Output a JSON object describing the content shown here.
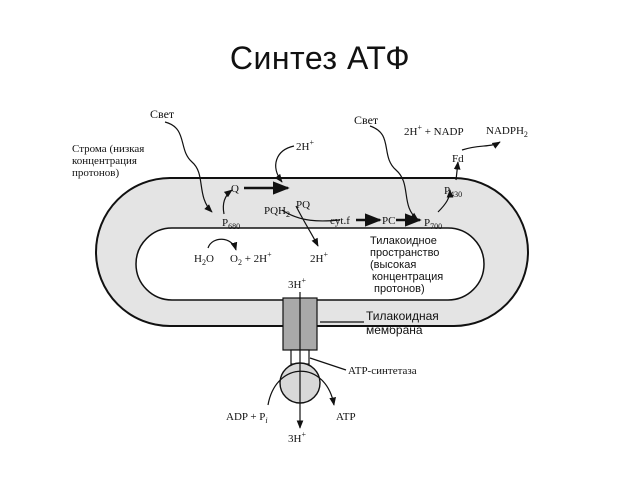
{
  "title": "Синтез АТФ",
  "labels": {
    "light_left": "Свет",
    "light_right": "Свет",
    "stroma_1": "Строма (низкая",
    "stroma_2": "концентрация",
    "stroma_3": "протонов)",
    "two_h_top": "2H",
    "two_h_top_sup": "+",
    "two_h_nadp": "2H",
    "two_h_nadp_sup": "+",
    "nadp": " + NADP",
    "nadph": "NADPH",
    "nadph_sub": "2",
    "fd": "Fd",
    "q": "Q",
    "pq": "PQ",
    "pqh": "PQH",
    "pqh_sub": "2",
    "cytf": "cyt.f",
    "pc": "PC",
    "p430": "P",
    "p430_sub": "430",
    "p700": "P",
    "p700_sub": "700",
    "p680": "P",
    "p680_sub": "680",
    "water": "H",
    "water_sub": "2",
    "water_o": "O",
    "o2": "O",
    "o2_sub": "2",
    "o2_rest": " + 2H",
    "o2_sup": "+",
    "two_h_lumen": "2H",
    "two_h_lumen_sup": "+",
    "lumen_1": "Тилакоидное",
    "lumen_2": "пространство",
    "lumen_3": "(высокая",
    "lumen_4": "концентрация",
    "lumen_5": "протонов)",
    "three_h_top": "3H",
    "three_h_top_sup": "+",
    "membrane_1": "Тилакоидная",
    "membrane_2": "мембрана",
    "atp_synthase": "ATP-синтетаза",
    "adp": "ADP + P",
    "adp_sub": "i",
    "atp": "ATP",
    "three_h_bottom": "3H",
    "three_h_bottom_sup": "+"
  },
  "colors": {
    "membrane_fill": "#e4e4e4",
    "channel_fill": "#a9a9a9",
    "ink": "#111111"
  }
}
